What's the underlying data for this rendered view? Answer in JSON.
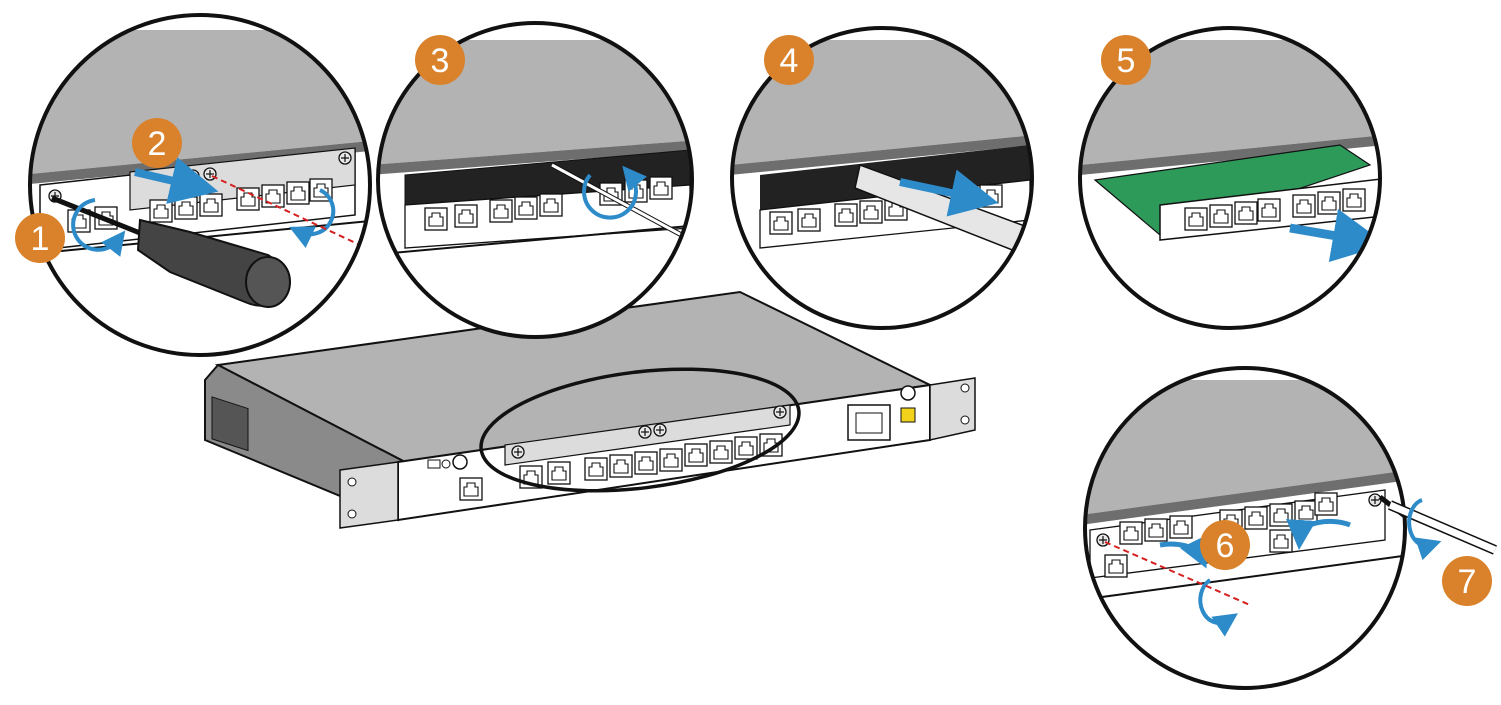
{
  "diagram": {
    "colors": {
      "step_badge": "#D9822B",
      "chassis_top": "#B3B3B3",
      "chassis_dark": "#6E6E6E",
      "panel": "#FFFFFF",
      "outline": "#111111",
      "arrow_blue": "#2E8BC9",
      "guide_red": "#D62020",
      "card_green": "#2E9A5A"
    },
    "steps": [
      {
        "label": "1",
        "action": "loosen-screws"
      },
      {
        "label": "2",
        "action": "remove-filler-panel"
      },
      {
        "label": "3",
        "action": "loosen-screw-inside-slot"
      },
      {
        "label": "4",
        "action": "pull-out-guide-rail"
      },
      {
        "label": "5",
        "action": "insert-card"
      },
      {
        "label": "6",
        "action": "close-ejector-levers"
      },
      {
        "label": "7",
        "action": "tighten-screws"
      }
    ],
    "icons": [
      "screwdriver-icon",
      "rotate-arrow-icon",
      "push-arrow-icon",
      "rj45-port-icon"
    ]
  }
}
